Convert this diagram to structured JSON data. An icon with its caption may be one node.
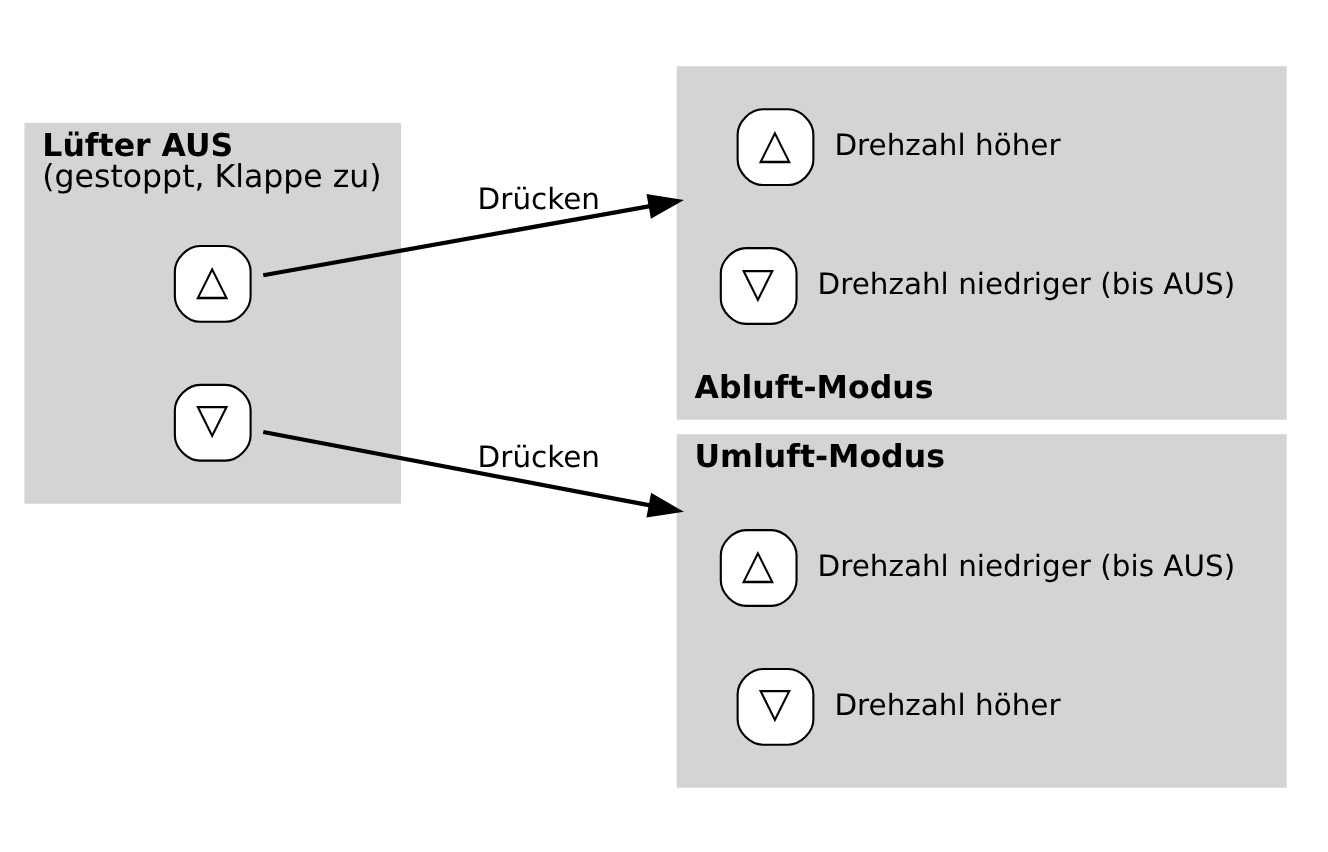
{
  "diagram": {
    "nodes": [
      {
        "text": [
          "Lüfter AUS",
          "(gestoppt, Klappe zu)"
        ]
      },
      {
        "text": [
          "△"
        ],
        "in": 0
      },
      {
        "text": [
          "▽"
        ],
        "in": 0
      },
      {
        "text": [
          "Abluft-Modus"
        ]
      },
      {
        "text": [
          "△"
        ],
        "in": 3,
        "beside": [
          "Drehzahl höher"
        ]
      },
      {
        "text": [
          "▽"
        ],
        "in": 3,
        "beside": [
          "Drehzahl niedriger (bis AUS)"
        ]
      },
      {
        "text": [
          "Umluft-Modus"
        ]
      },
      {
        "text": [
          "△"
        ],
        "in": 6,
        "beside": [
          "Drehzahl niedriger (bis AUS)"
        ]
      },
      {
        "text": [
          "▽"
        ],
        "in": 6,
        "beside": [
          "Drehzahl höher"
        ]
      }
    ],
    "edges": [
      {
        "from": 1,
        "to": 3,
        "arrow": "to",
        "label": "Drücken"
      },
      {
        "from": 2,
        "to": 6,
        "arrow": "to",
        "label": "Drücken"
      }
    ]
  }
}
